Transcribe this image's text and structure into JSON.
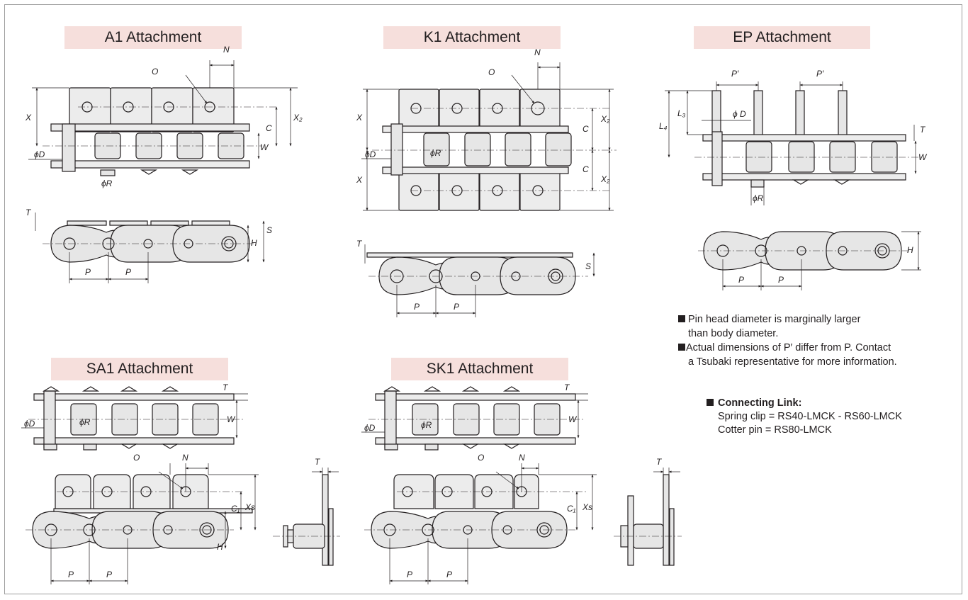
{
  "titles": {
    "a1": "A1 Attachment",
    "k1": "K1 Attachment",
    "ep": "EP Attachment",
    "sa1": "SA1 Attachment",
    "sk1": "SK1 Attachment"
  },
  "dimension_labels": {
    "O": "O",
    "N": "N",
    "X": "X",
    "X2": "X₂",
    "C": "C",
    "W": "W",
    "phiD": "ϕD",
    "phiR": "ϕR",
    "T": "T",
    "H": "H",
    "S": "S",
    "P": "P",
    "Pprime": "P′",
    "L3": "L₃",
    "L4": "L₄",
    "phiD_space": "ϕ D",
    "C1": "C₁",
    "Xs": "Xs"
  },
  "notes": {
    "note1_line1": "Pin head diameter is marginally larger",
    "note1_line2": "than body diameter.",
    "note2_line1": "Actual dimensions of P′ differ from P. Contact",
    "note2_line2": "a Tsubaki representative for more information."
  },
  "connecting_link": {
    "heading": "Connecting Link:",
    "line1": "Spring clip = RS40-LMCK - RS60-LMCK",
    "line2": "Cotter pin = RS80-LMCK"
  },
  "colors": {
    "title_bg": "#f6dfdc",
    "frame": "#9d9d9d",
    "ink": "#231f20",
    "part_fill": "#e6e6e6"
  }
}
